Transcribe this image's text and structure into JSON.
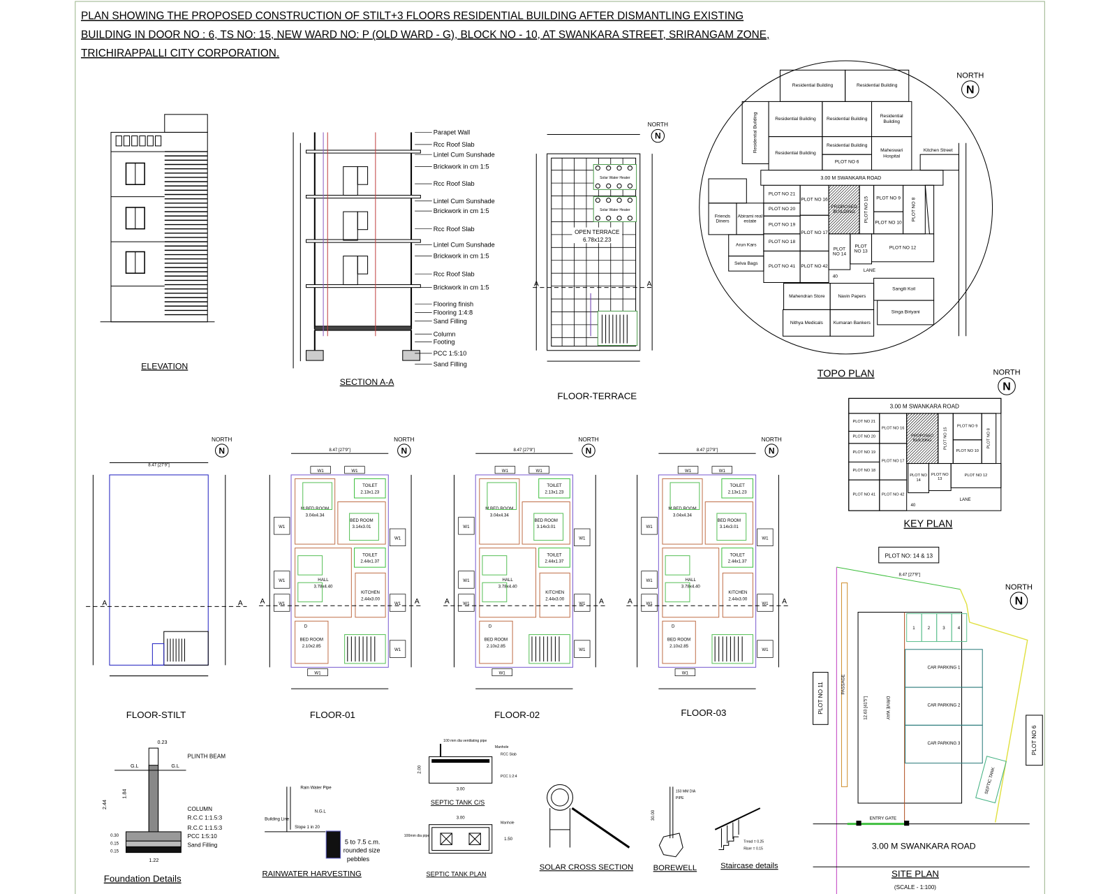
{
  "title": {
    "line1": "PLAN SHOWING THE PROPOSED CONSTRUCTION OF STILT+3 FLOORS RESIDENTIAL BUILDING AFTER DISMANTLING EXISTING",
    "line2": "BUILDING  IN DOOR NO : 6, TS NO: 15, NEW WARD NO: P (OLD WARD - G), BLOCK NO - 10,  AT SWANKARA STREET, SRIRANGAM ZONE,",
    "line3": "TRICHIRAPPALLI CITY CORPORATION."
  },
  "north_label": "NORTH",
  "north_glyph": "N",
  "elevation": {
    "title": "ELEVATION"
  },
  "section": {
    "title": "SECTION A-A",
    "labels": [
      "Parapet Wall",
      "Rcc Roof Slab",
      "Lintel Cum Sunshade",
      "Brickwork in cm 1:5",
      "Rcc Roof Slab",
      "Lintel Cum Sunshade",
      "Brickwork in cm 1:5",
      "Rcc Roof Slab",
      "Lintel Cum Sunshade",
      "Brickwork in cm 1:5",
      "Rcc Roof Slab",
      "Brickwork in cm 1:5",
      "Flooring finish",
      "Flooring 1:4:8",
      "Sand Filling",
      "Column",
      "Footing",
      "PCC 1:5:10",
      "Sand Filling"
    ]
  },
  "terrace": {
    "title": "FLOOR-TERRACE",
    "room": "OPEN TERRACE",
    "dims": "6.78x12.23",
    "heater": "Solar Water Heater",
    "section_mark": "A"
  },
  "topo": {
    "title": "TOPO PLAN",
    "road": "3.00 M SWANKARA ROAD",
    "street": "Kitchen Street",
    "blocks": [
      "Residential Building",
      "Residential Building",
      "Residential Building",
      "Residential Building",
      "Residential Building",
      "Residential Building",
      "Residential Building",
      "Residential Building",
      "PLOT NO 6",
      "Maheswari Hospital",
      "Friends Diners",
      "Abirami real estate",
      "Arun Kars",
      "Selva Bags",
      "PLOT NO 21",
      "PLOT NO 20",
      "PLOT NO 19",
      "PLOT NO 18",
      "PLOT NO 41",
      "PLOT NO 16",
      "PLOT NO 17",
      "PLOT NO 42",
      "PROPOSED BUILDING",
      "PLOT NO 15",
      "PLOT NO 9",
      "PLOT NO 10",
      "PLOT NO 8",
      "PLOT NO 14",
      "PLOT NO 13",
      "PLOT NO 12",
      "Mahendran Store",
      "Navin Papers",
      "Sangili Koil",
      "Nithya Medicals",
      "Kumaran Bankers",
      "Singa Biriyani"
    ],
    "lane": "LANE",
    "plot40": "40"
  },
  "key_plan": {
    "title": "KEY PLAN",
    "road": "3.00 M SWANKARA ROAD",
    "plots": [
      "PLOT NO 21",
      "PLOT NO 20",
      "PLOT NO 19",
      "PLOT NO 18",
      "PLOT NO 41",
      "PLOT NO 16",
      "PLOT NO 17",
      "PLOT NO 42",
      "PROPOSED BUILDING",
      "PLOT NO 15",
      "PLOT NO 9",
      "PLOT NO 10",
      "PLOT NO 8",
      "PLOT NO 14",
      "PLOT NO 13",
      "PLOT NO 12"
    ],
    "lane": "LANE",
    "plot40": "40"
  },
  "floors": {
    "stilt_title": "FLOOR-STILT",
    "titles": [
      "FLOOR-01",
      "FLOOR-02",
      "FLOOR-03"
    ],
    "rooms": [
      {
        "name": "M BED ROOM",
        "dims": "3.04x4.34"
      },
      {
        "name": "BED ROOM",
        "dims": "3.14x3.01"
      },
      {
        "name": "TOILET",
        "dims": "2.13x1.23"
      },
      {
        "name": "HALL",
        "dims": "3.78x4.40"
      },
      {
        "name": "TOILET",
        "dims": "2.44x1.37"
      },
      {
        "name": "KITCHEN",
        "dims": "2.44x3.00"
      },
      {
        "name": "BED ROOM",
        "dims": "2.10x2.85"
      }
    ],
    "overall_width": "8.47 [27'9\"]",
    "section_mark": "A",
    "window_tag": "W1",
    "door_tag": "D"
  },
  "site_plan": {
    "title": "SITE PLAN",
    "scale": "(SCALE - 1:100)",
    "plot_no": "PLOT NO: 14 & 13",
    "road": "3.00 M SWANKARA ROAD",
    "plot_left": "PLOT NO 11",
    "plot_right": "PLOT NO 6",
    "parking": [
      "CAR PARKING 1",
      "CAR PARKING 2",
      "CAR PARKING 3"
    ],
    "two_wheeler": [
      "1",
      "2",
      "3",
      "4"
    ],
    "septic": "SEPTIC TANK",
    "drive": "DRIVE WAY",
    "path": "PASSAGE",
    "entry": "ENTRY GATE",
    "dim_top": "8.47 [27'9\"]",
    "dim_side": "12.63 [41'5\"]"
  },
  "details": {
    "foundation": {
      "title": "Foundation Details",
      "labels": [
        "PLINTH BEAM",
        "COLUMN",
        "R.C.C 1:1.5:3",
        "R.C.C 1:1.5:3",
        "PCC 1:5:10",
        "Sand Filling",
        "G.L",
        "G.L"
      ],
      "dims": [
        "0.23",
        "2.44",
        "1.84",
        "0.30",
        "0.15",
        "0.15",
        "1.22"
      ]
    },
    "rainwater": {
      "title": "RAINWATER HARVESTING",
      "labels": [
        "Rain Water Pipe",
        "Building Line",
        "Slope 1 in 20",
        "N.G.L",
        "5 to 7.5 c.m.",
        "rounded size",
        "pebbles"
      ]
    },
    "septic_cs": {
      "title": "SEPTIC TANK C/S",
      "labels": [
        "Manhole",
        "RCC Slab",
        "100 mm dia ventilating pipe",
        "PCC 1:2:4"
      ],
      "dims": [
        "2.00",
        "3.00"
      ]
    },
    "septic_plan": {
      "title": "SEPTIC TANK PLAN",
      "labels": [
        "Manhole",
        "100mm dia pipe"
      ],
      "dims": [
        "3.00",
        "1.50"
      ]
    },
    "solar": {
      "title": "SOLAR CROSS SECTION"
    },
    "borewell": {
      "title": "BOREWELL",
      "labels": [
        "150 MM DIA",
        "PIPE"
      ],
      "dims": [
        "30.00"
      ]
    },
    "staircase": {
      "title": "Staircase details",
      "labels": [
        "Tread = 0.25",
        "Riser = 0.15"
      ]
    }
  }
}
